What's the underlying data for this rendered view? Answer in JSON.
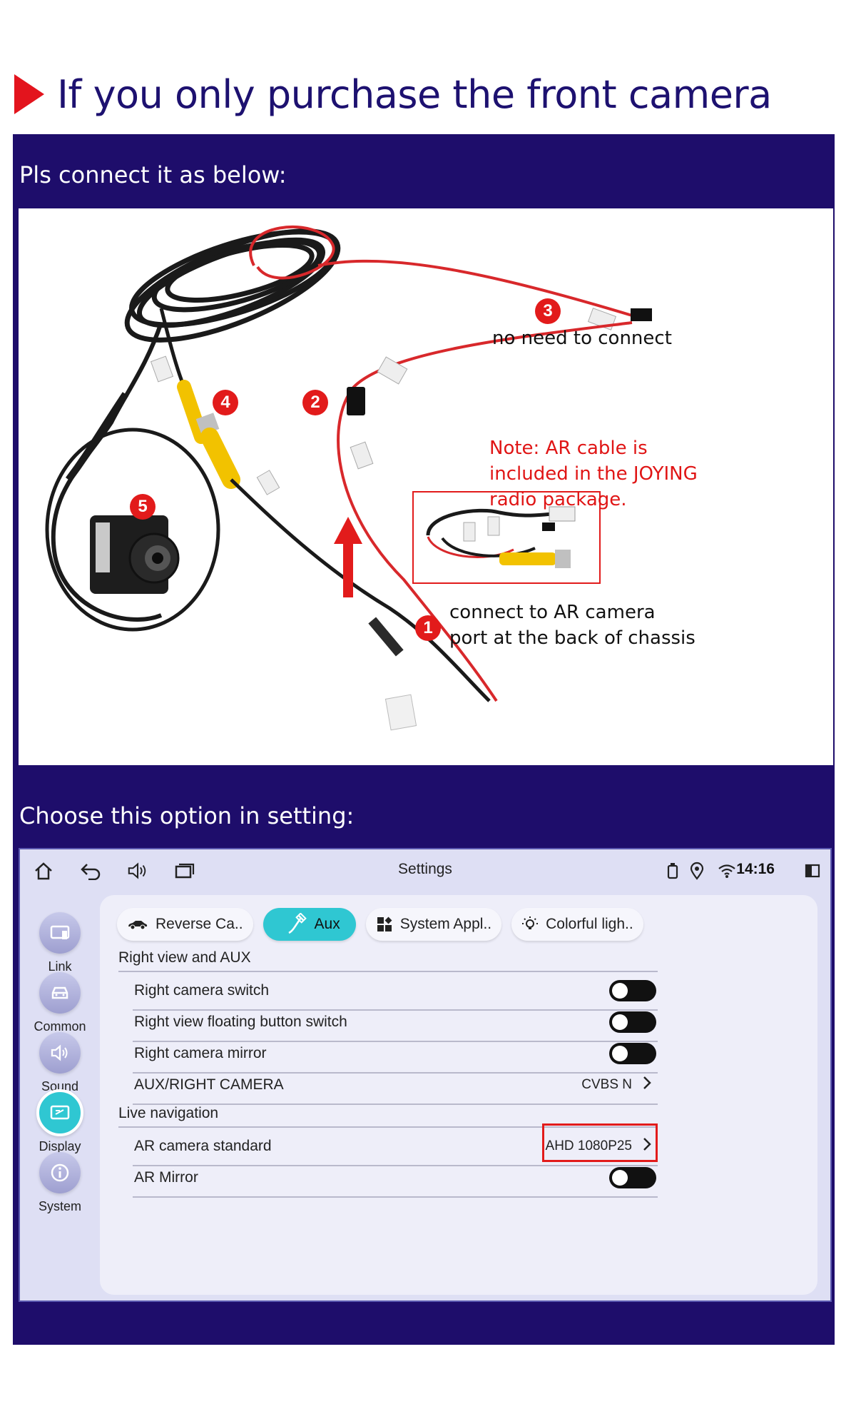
{
  "heading": {
    "title": "If you only purchase the front camera"
  },
  "panel": {
    "connect_label": "Pls connect it as below:",
    "setting_label": "Choose this option in setting:"
  },
  "photo": {
    "markers": [
      "1",
      "2",
      "3",
      "4",
      "5"
    ],
    "annotations": {
      "three": "no need to connect",
      "one_line1": "connect to AR camera",
      "one_line2": "port at the back of chassis"
    },
    "note": {
      "line1": "Note: AR cable is",
      "line2": "included in the JOYING",
      "line3": "radio package."
    }
  },
  "ui": {
    "status": {
      "title": "Settings",
      "time": "14:16",
      "left_icons": [
        "home-icon",
        "back-icon",
        "volume-icon",
        "recent-apps-icon"
      ],
      "right_icons": [
        "usb-icon",
        "location-icon",
        "wifi-icon",
        "split-screen-icon"
      ]
    },
    "rail": [
      {
        "label": "Link",
        "icon": "link-icon"
      },
      {
        "label": "Common",
        "icon": "car-icon"
      },
      {
        "label": "Sound",
        "icon": "speaker-icon"
      },
      {
        "label": "Display",
        "icon": "display-icon",
        "active": true
      },
      {
        "label": "System",
        "icon": "info-icon"
      }
    ],
    "tabs": [
      {
        "label": "Reverse Ca..",
        "icon": "car-side-icon"
      },
      {
        "label": "Aux",
        "icon": "cable-icon",
        "active": true
      },
      {
        "label": "System Appl..",
        "icon": "apps-icon"
      },
      {
        "label": "Colorful ligh..",
        "icon": "bulb-icon"
      }
    ],
    "section1": {
      "title": "Right view and AUX",
      "rows": [
        {
          "label": "Right camera switch",
          "type": "toggle"
        },
        {
          "label": "Right view floating button switch",
          "type": "toggle"
        },
        {
          "label": "Right camera mirror",
          "type": "toggle"
        },
        {
          "label": "AUX/RIGHT CAMERA",
          "type": "value",
          "value": "CVBS N"
        }
      ]
    },
    "section2": {
      "title": "Live navigation",
      "rows": [
        {
          "label": "AR camera standard",
          "type": "value",
          "value": "AHD 1080P25"
        },
        {
          "label": "AR Mirror",
          "type": "toggle"
        }
      ]
    }
  },
  "colors": {
    "navy": "#1e0d6b",
    "title": "#1d1170",
    "accent_red": "#e21b1b",
    "teal": "#2fc7d2"
  }
}
